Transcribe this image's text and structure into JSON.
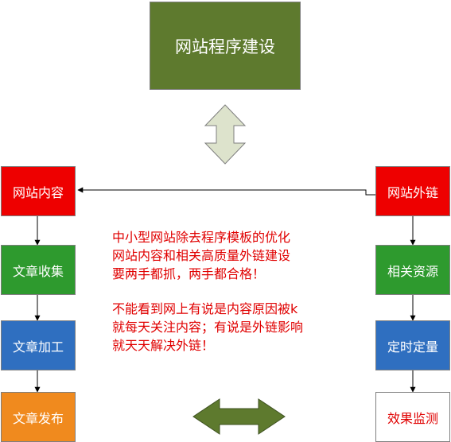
{
  "top": {
    "label": "网站程序建设",
    "color": "#5e7a2e"
  },
  "left_column": [
    {
      "label": "网站内容",
      "color": "#ee0000"
    },
    {
      "label": "文章收集",
      "color": "#2e9a2e"
    },
    {
      "label": "文章加工",
      "color": "#2f6fc0"
    },
    {
      "label": "文章发布",
      "color": "#f08a1e"
    }
  ],
  "right_column": [
    {
      "label": "网站外链",
      "color": "#ee0000"
    },
    {
      "label": "相关资源",
      "color": "#2e9a2e"
    },
    {
      "label": "定时定量",
      "color": "#2f6fc0"
    },
    {
      "label": "效果监测",
      "color": "#ffffff",
      "text_color": "#e00000"
    }
  ],
  "notes": {
    "para1": [
      "中小型网站除去程序模板的优化",
      "网站内容和相关高质量外链建设",
      "要两手都抓，两手都合格！"
    ],
    "para2": [
      "不能看到网上有说是内容原因被k",
      "就每天关注内容；有说是外链影响",
      "就天天解决外链！"
    ]
  },
  "arrows": {
    "vertical_color": "#dde3cc",
    "horizontal_color": "#5e7a2e"
  }
}
